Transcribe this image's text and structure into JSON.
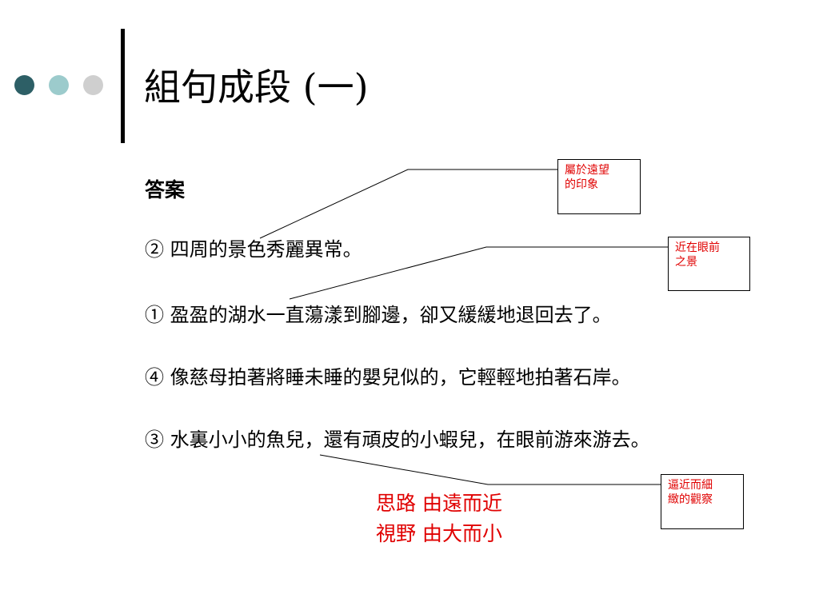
{
  "slide": {
    "title": "組句成段 (一)",
    "heading": "答案",
    "sentences": [
      "② 四周的景色秀麗異常。",
      "① 盈盈的湖水一直蕩漾到腳邊，卻又緩緩地退回去了。",
      "④ 像慈母拍著將睡未睡的嬰兒似的，它輕輕地拍著石岸。",
      "③ 水裏小小的魚兒，還有頑皮的小蝦兒，在眼前游來游去。"
    ],
    "callouts": [
      {
        "line1": "屬於遠望",
        "line2": "的印象"
      },
      {
        "line1": "近在眼前",
        "line2": "之景"
      },
      {
        "line1": "逼近而細",
        "line2": "緻的觀察"
      }
    ],
    "summary": [
      "思路 由遠而近",
      "視野 由大而小"
    ]
  },
  "colors": {
    "dot1": "#2d5f66",
    "dot2": "#9ccbcc",
    "dot3": "#cfcfcf",
    "accent_red": "#e00000"
  }
}
